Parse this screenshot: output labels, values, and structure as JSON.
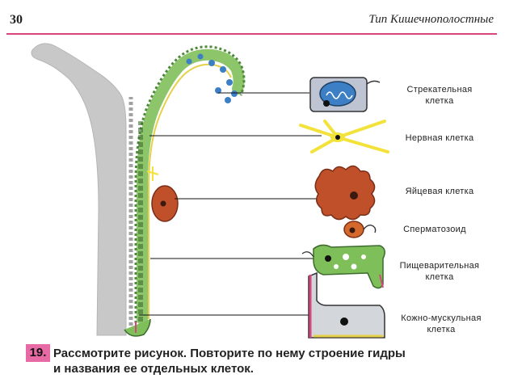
{
  "header": {
    "page_number": "30",
    "running_title": "Тип Кишечнополостные"
  },
  "figure": {
    "labels": [
      {
        "line1": "Стрекательная",
        "line2": "клетка"
      },
      {
        "line1": "Нервная клетка",
        "line2": ""
      },
      {
        "line1": "Яйцевая клетка",
        "line2": ""
      },
      {
        "line1": "Сперматозоид",
        "line2": ""
      },
      {
        "line1": "Пищеварительная",
        "line2": "клетка"
      },
      {
        "line1": "Кожно-мускульная",
        "line2": "клетка"
      }
    ],
    "colors": {
      "body_gray": "#c8c8c8",
      "ectoderm_green": "#7fbf5a",
      "cnidocyte_blue": "#3d7fc4",
      "egg_brown": "#c0502a",
      "nerve_yellow": "#f2e23a",
      "accent_pink": "#d8467f"
    }
  },
  "task": {
    "number": "19.",
    "line1": "Рассмотрите рисунок. Повторите по нему строение гидры",
    "line2": "и названия ее отдельных клеток."
  }
}
